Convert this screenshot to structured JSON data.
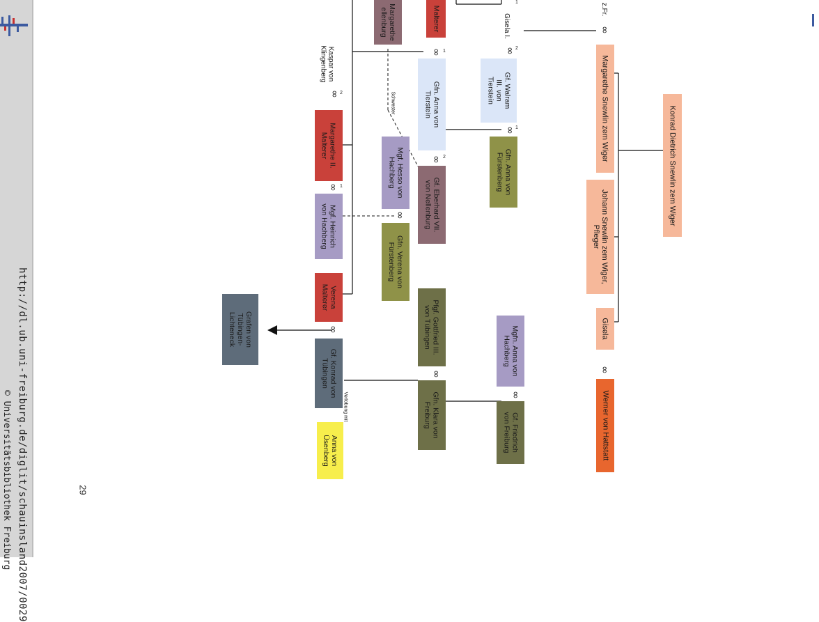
{
  "viewer": {
    "url": "http://dl.ub.uni-freiburg.de/diglit/schauinsland2007/0029",
    "copyright": "© Universitätsbibliothek Freiburg",
    "page_number": "29"
  },
  "tree": {
    "people": {
      "konrad_dietrich": "Konrad Dietrich Snewlin zem Wiger",
      "margarethe_snewlin": "Margarethe Snewlin zem Wiger",
      "johann_snewlin": "Johann Snewlin zem Wiger,\nPfleger",
      "gisela": "Gisela",
      "werner_hattstatt": "Werner von Hattstatt",
      "gisela_i": "Gisela I.",
      "walram": "Gf. Walram\nIII. von\nTierstein",
      "anna_tierstein": "Gfn. Anna von\nTierstein",
      "anna_fuerstenberg": "Gfn. Anna von\nFürstenberg",
      "eberhard": "Gf. Eberhard VII.\nvon Nellenburg",
      "hesso": "Mgf. Hesso von\nHachberg",
      "verena_fuerstenberg": "Gfn. Verena von\nFürstenberg",
      "margarethe_nellenburg": "Margarethe\nellenburg",
      "malterer_top": "Malterer",
      "kaspar": "Kaspar von\nKlingenberg",
      "margarethe_malterer": "Margarethe II.\nMalterer",
      "heinrich": "Mgf. Heinrich\nvon Hachberg",
      "verena_malterer": "Verena\nMalterer",
      "konrad_tuebingen": "Gf. Konrad von\nTübingen",
      "anna_uesenberg": "Anna von\nÜsenberg",
      "grafen_tuebingen": "Grafen von\nTübingen-\nLichteneck",
      "gottfried": "Pfgf. Gottfried III.\nvon Tübingen",
      "klara": "Gfn. Klara von\nFreiburg",
      "anna_hachberg": "Mgfn. Anna von\nHachberg",
      "friedrich": "Gf. Friedrich\nvon Freiburg"
    },
    "labels": {
      "zfr": "z.Fr.",
      "schwester": "Schwester",
      "verlobung": "Verlobung mit"
    },
    "marriage_symbol": "∞",
    "superscripts": {
      "one": "1",
      "two": "2"
    },
    "colors": {
      "salmon": "#f6b89a",
      "orange": "#e8662e",
      "lightblue": "#dbe6f8",
      "olive": "#8f9248",
      "darkolive": "#6e7048",
      "mauve": "#8c6a72",
      "lavender": "#a69bc4",
      "red": "#c9413a",
      "slate": "#5e6c7a",
      "yellow": "#f7ee4c"
    }
  }
}
